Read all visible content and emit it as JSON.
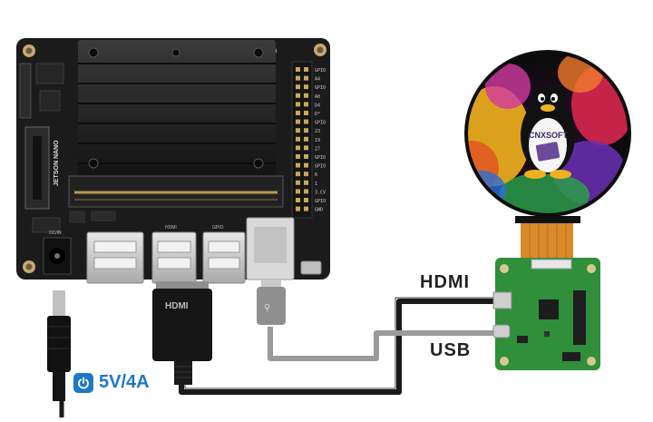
{
  "labels": {
    "hdmi": "HDMI",
    "usb": "USB",
    "power": "5V/4A"
  },
  "board": {
    "name": "JETSON NANO",
    "gpio_pins": [
      "GPIO",
      "A4",
      "GPIO",
      "A0",
      "D4",
      "D*",
      "GPIO",
      "23",
      "19",
      "27",
      "GPIO",
      "GPIO",
      "6",
      "1",
      "3.CV",
      "GPIO",
      "GND"
    ],
    "port_labels": [
      "DC/IN",
      "HDMI",
      "GPIO"
    ]
  },
  "display": {
    "logo_text": "CNXSOFT"
  },
  "icons": [
    "power-icon"
  ],
  "colors": {
    "power_accent": "#1e78c8",
    "cable_black": "#1a1a1a",
    "cable_gray": "#9a9a9a",
    "pcb_green": "#2f8f3a",
    "board_black": "#1b1b1b",
    "ribbon_orange": "#d98a2b"
  }
}
